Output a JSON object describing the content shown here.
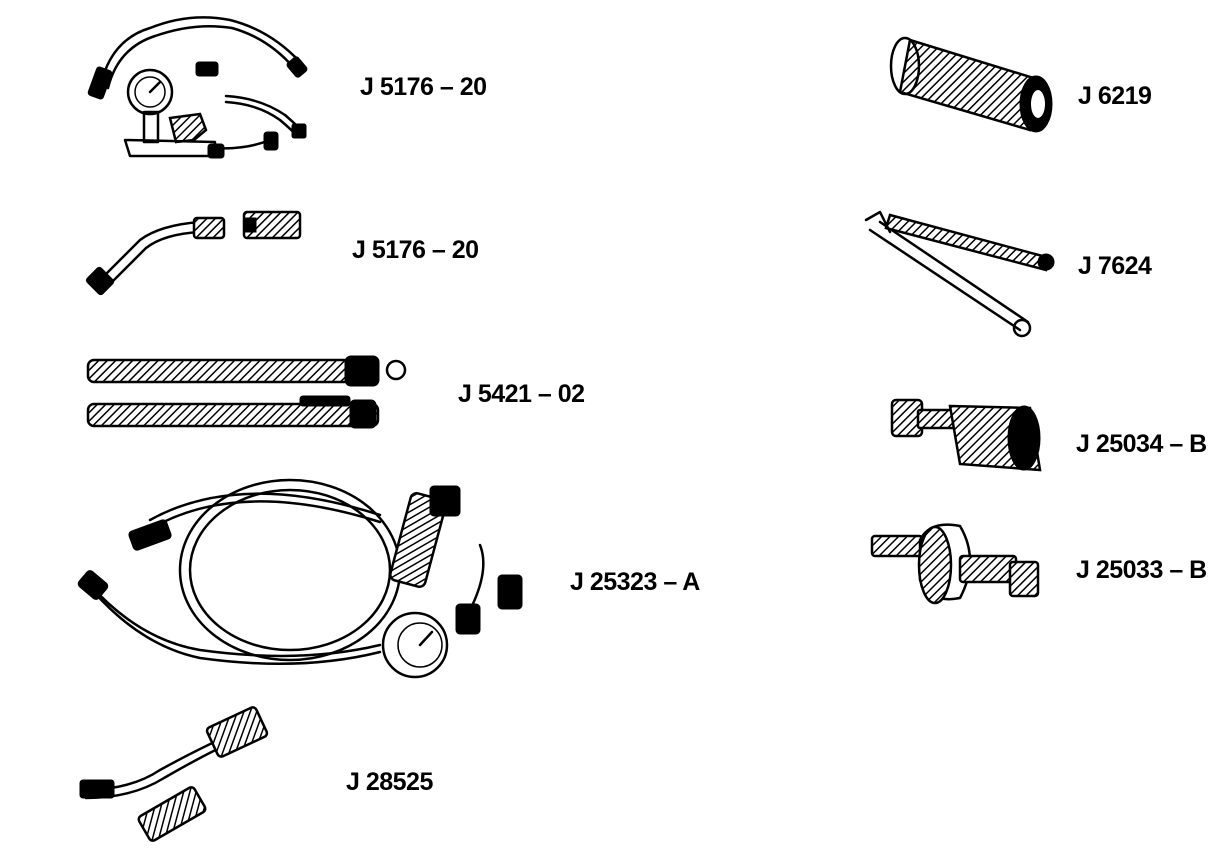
{
  "tools": [
    {
      "id": "j5176-gauge",
      "label": "J 5176 – 20"
    },
    {
      "id": "j5176-adapter",
      "label": "J 5176 – 20"
    },
    {
      "id": "j5421",
      "label": "J 5421 – 02"
    },
    {
      "id": "j25323",
      "label": "J 25323 – A"
    },
    {
      "id": "j28525",
      "label": "J 28525"
    },
    {
      "id": "j6219",
      "label": "J 6219"
    },
    {
      "id": "j7624",
      "label": "J 7624"
    },
    {
      "id": "j25034",
      "label": "J 25034 – B"
    },
    {
      "id": "j25033",
      "label": "J 25033 – B"
    }
  ]
}
